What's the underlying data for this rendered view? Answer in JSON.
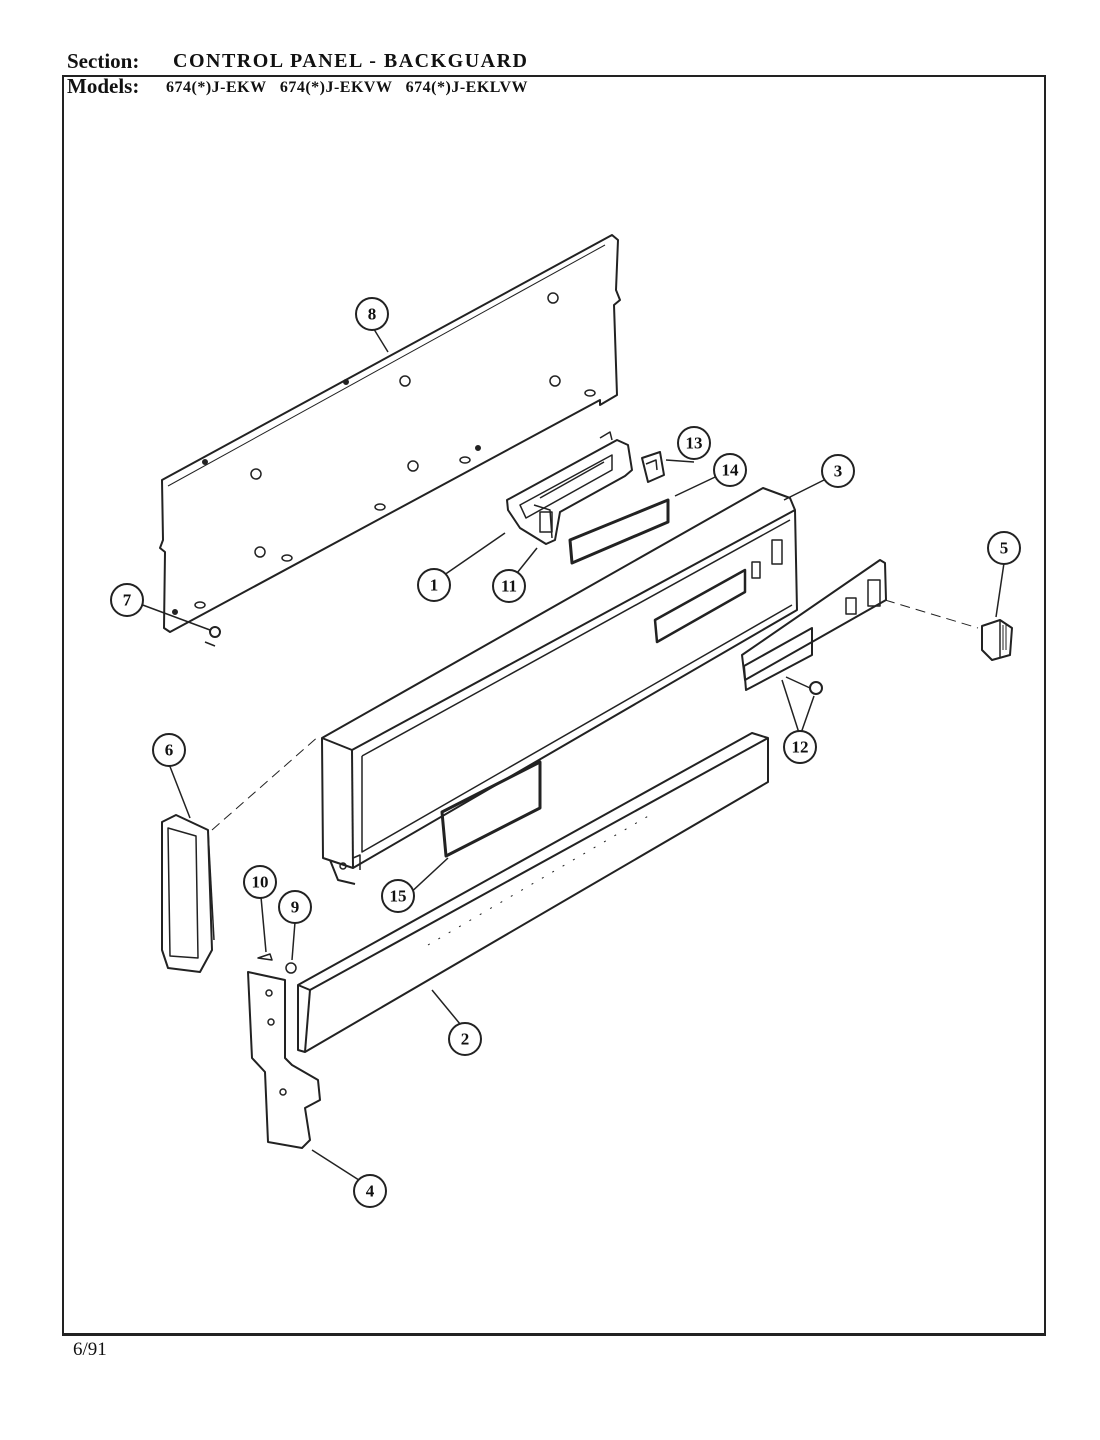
{
  "header": {
    "section_label": "Section:",
    "section_value": "CONTROL PANEL - BACKGUARD",
    "models_label": "Models:",
    "models_value": "674(*)J-EKW   674(*)J-EKVW   674(*)J-EKLVW"
  },
  "footer": {
    "date": "6/91"
  },
  "callouts": [
    "1",
    "2",
    "3",
    "4",
    "5",
    "6",
    "7",
    "8",
    "9",
    "10",
    "11",
    "12",
    "13",
    "14",
    "15"
  ]
}
